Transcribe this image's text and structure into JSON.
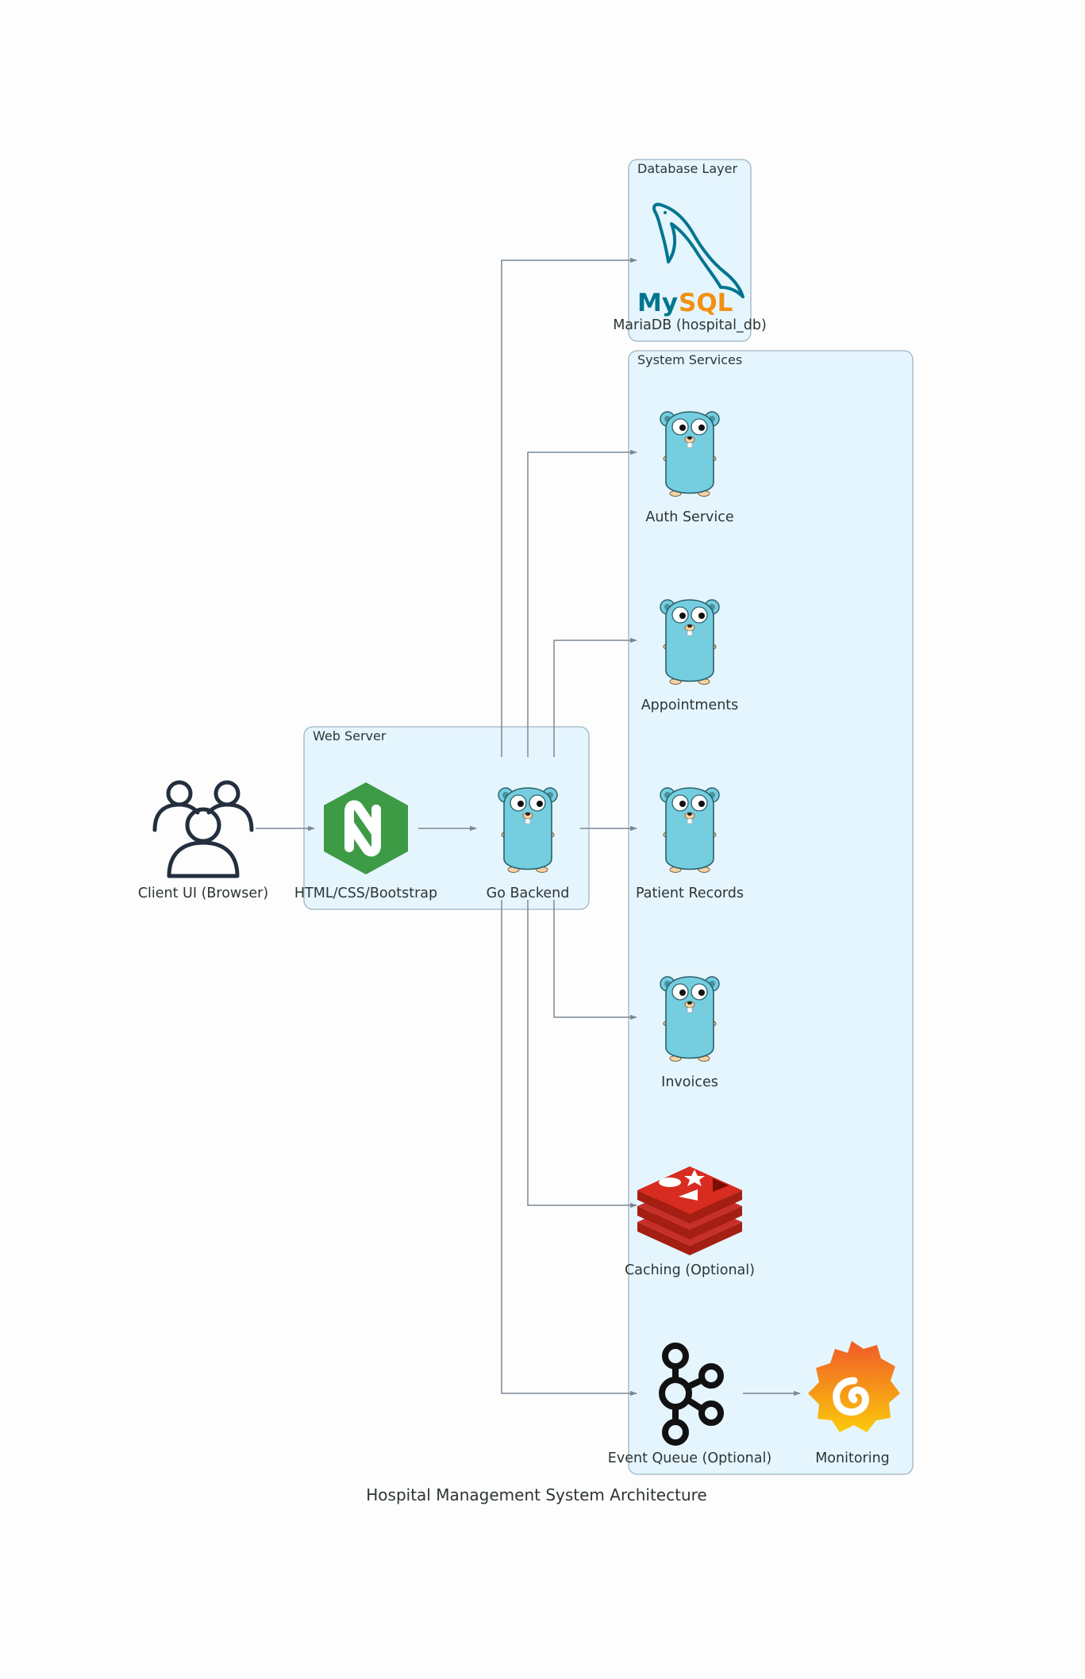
{
  "diagram": {
    "title": "Hospital Management System Architecture",
    "clusters": {
      "web_server": "Web Server",
      "database_layer": "Database Layer",
      "system_services": "System Services"
    },
    "nodes": {
      "client": "Client UI (Browser)",
      "frontend": "HTML/CSS/Bootstrap",
      "backend": "Go Backend",
      "db": "MariaDB (hospital_db)",
      "auth": "Auth Service",
      "appointments": "Appointments",
      "patients": "Patient Records",
      "invoices": "Invoices",
      "cache": "Caching (Optional)",
      "queue": "Event Queue (Optional)",
      "monitoring": "Monitoring"
    },
    "logo_text": {
      "mysql_my": "My",
      "mysql_sql": "SQL"
    },
    "icons": {
      "client": "users-icon",
      "frontend": "nginx-icon",
      "backend": "go-gopher-icon",
      "db": "mysql-dolphin-icon",
      "services": "go-gopher-icon",
      "cache": "redis-icon",
      "queue": "kafka-icon",
      "monitoring": "grafana-icon"
    },
    "colors": {
      "cluster_fill": "#e5f5fd",
      "cluster_border": "#9fb4c3",
      "edge": "#7b8894",
      "nginx": "#3d9a45",
      "gopher": "#74cedf",
      "mysql_blue": "#00758f",
      "mysql_orange": "#f29111",
      "redis": "#c6302b",
      "grafana_orange": "#f05a28",
      "grafana_yellow": "#fbca0a"
    }
  }
}
